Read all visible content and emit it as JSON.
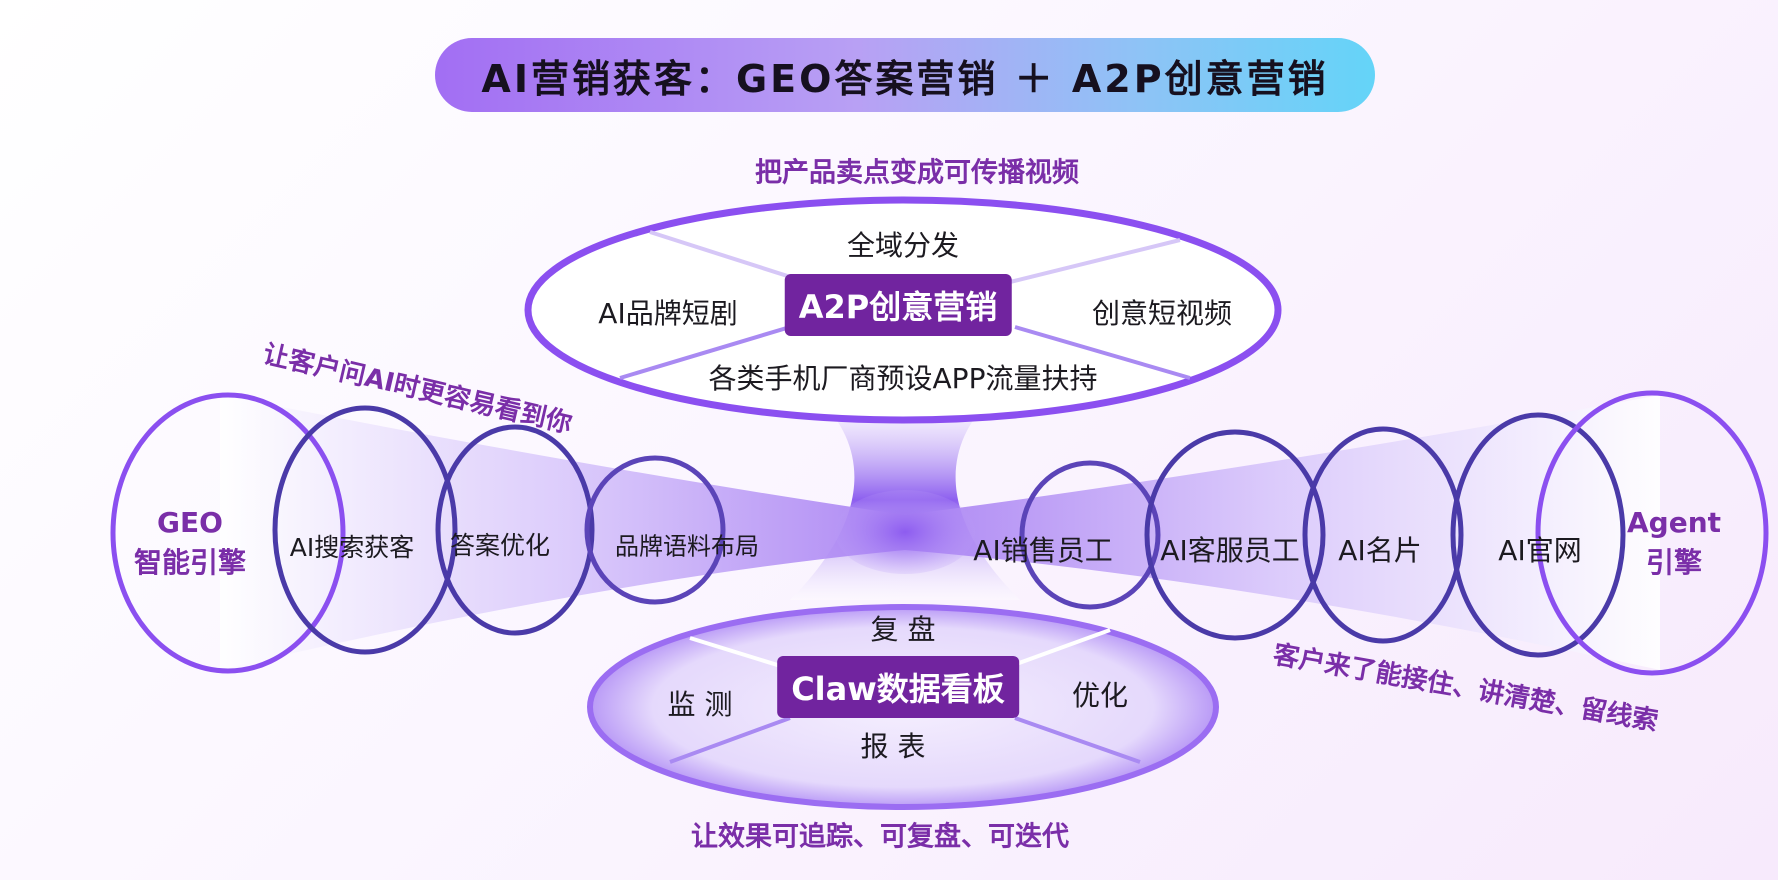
{
  "title": "AI营销获客：GEO答案营销 ＋ A2P创意营销",
  "a2p": {
    "caption": "把产品卖点变成可传播视频",
    "badge": "A2P创意营销",
    "top": "全域分发",
    "left": "AI品牌短剧",
    "right": "创意短视频",
    "bottom": "各类手机厂商预设APP流量扶持"
  },
  "geo": {
    "caption": "让客户问AI时更容易看到你",
    "engine_line1": "GEO",
    "engine_line2": "智能引擎",
    "items": [
      "AI搜索获客",
      "答案优化",
      "品牌语料布局"
    ]
  },
  "agent": {
    "caption": "客户来了能接住、讲清楚、留线索",
    "engine_line1": "Agent",
    "engine_line2": "引擎",
    "items": [
      "AI销售员工",
      "AI客服员工",
      "AI名片",
      "AI官网"
    ]
  },
  "claw": {
    "caption": "让效果可追踪、可复盘、可迭代",
    "badge": "Claw数据看板",
    "top": "复 盘",
    "left": "监 测",
    "right": "优化",
    "bottom": "报 表"
  },
  "colors": {
    "accent_purple": "#71249f",
    "caption_purple": "#7a2ea8",
    "ring_purple": "#8b4ff0",
    "ring_dark": "#4a3aa8"
  }
}
